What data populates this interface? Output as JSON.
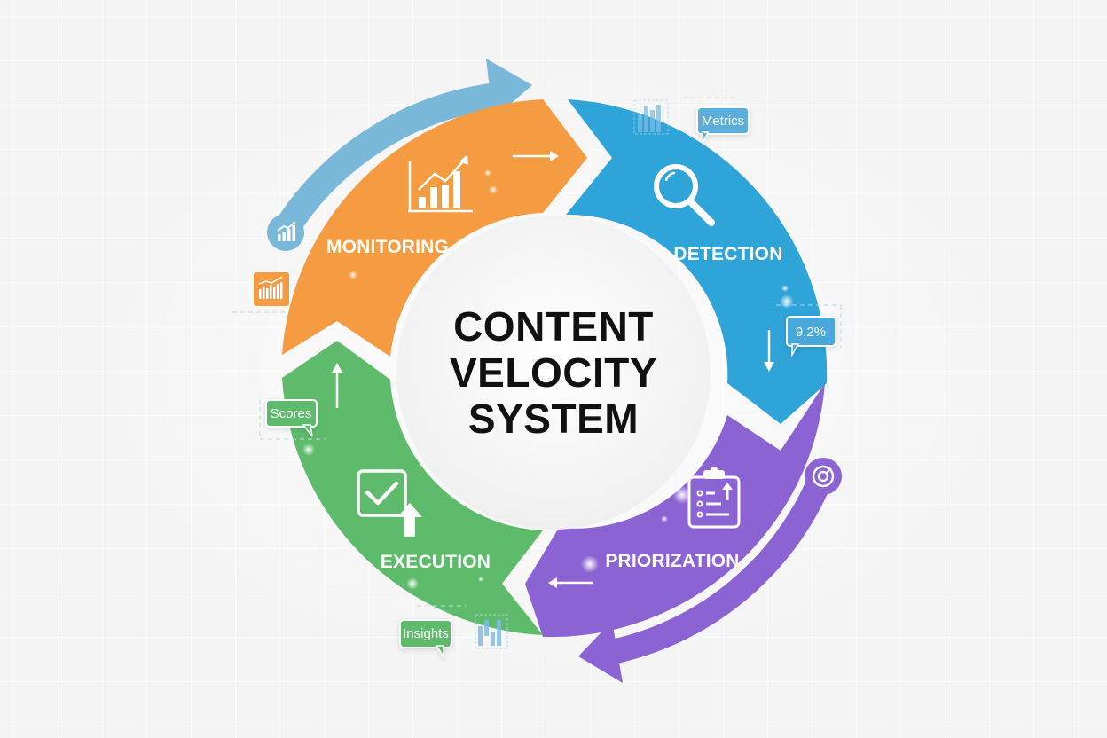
{
  "title": {
    "lines": [
      "CONTENT",
      "VELOCITY",
      "SYSTEM"
    ]
  },
  "segments": [
    {
      "id": "monitoring",
      "label": "MONITORING",
      "color": "#f59b42",
      "icon": "bar-chart-growth-icon",
      "flow_arrow": "right"
    },
    {
      "id": "detection",
      "label": "DETECTION",
      "color": "#2fa4d9",
      "icon": "magnifying-glass-icon",
      "flow_arrow": "down"
    },
    {
      "id": "priorization",
      "label": "PRIORIZATION",
      "color": "#8c63d2",
      "icon": "clipboard-checklist-icon",
      "flow_arrow": "left"
    },
    {
      "id": "execution",
      "label": "EXECUTION",
      "color": "#5fbb6c",
      "icon": "checkbox-upload-icon",
      "flow_arrow": "up"
    }
  ],
  "callouts": [
    {
      "id": "metrics",
      "text": "Metrics",
      "color": "#5aaedc"
    },
    {
      "id": "percent",
      "text": "9.2%",
      "color": "#4aa8da"
    },
    {
      "id": "scores",
      "text": "Scores",
      "color": "#5fbb6c"
    },
    {
      "id": "insights",
      "text": "Insights",
      "color": "#5fbb6c"
    }
  ],
  "outer_arrows": [
    {
      "id": "top-blue-arrow",
      "color": "#78b7d8",
      "badge_icon": "bar-chart-icon"
    },
    {
      "id": "bottom-purple-arrow",
      "color": "#8c63d2",
      "badge_icon": "target-icon"
    }
  ],
  "colors": {
    "background": "#ececec",
    "title": "#111111",
    "center": "#f5f5f5"
  }
}
